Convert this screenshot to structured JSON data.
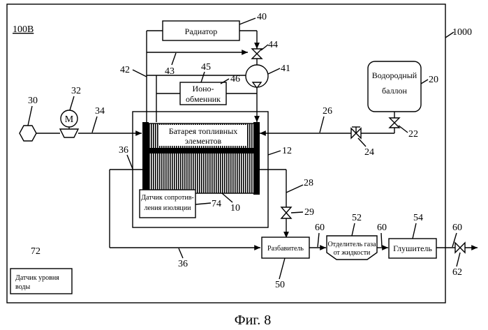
{
  "figure_caption": "Фиг. 8",
  "system_ref": "100B",
  "outer_ref": "1000",
  "components": {
    "radiator": {
      "label": "Радиатор",
      "ref": "40"
    },
    "ion_exchanger": {
      "label_line1": "Ионо-",
      "label_line2": "обменник",
      "ref": "45"
    },
    "pump_ref": "41",
    "valve_44": "44",
    "ref_46": "46",
    "hydrogen_tank": {
      "label_line1": "Водородный",
      "label_line2": "баллон",
      "ref": "20"
    },
    "valve_22": "22",
    "valve_24": "24",
    "line_26": "26",
    "fuel_cell": {
      "label_line1": "Батарея топливных",
      "label_line2": "элементов",
      "ref": "10"
    },
    "housing_ref": "12",
    "compressor": {
      "motor_label": "M",
      "ref": "32",
      "line_ref": "34"
    },
    "air_filter_ref": "30",
    "line_36_top": "36",
    "line_36_bottom": "36",
    "line_42": "42",
    "line_43": "43",
    "insulation_sensor": {
      "label_line1": "Датчик сопротив-",
      "label_line2": "ления изоляции",
      "ref": "74"
    },
    "line_28": "28",
    "valve_29": "29",
    "diluter": {
      "label": "Разбавитель",
      "ref": "50"
    },
    "gas_liquid_separator": {
      "label_line1": "Отделитель газа",
      "label_line2": "от жидкости",
      "ref": "52"
    },
    "muffler": {
      "label": "Глушитель",
      "ref": "54"
    },
    "line_60_a": "60",
    "line_60_b": "60",
    "line_60_c": "60",
    "valve_62": "62",
    "water_level_sensor": {
      "label_line1": "Датчик уровня",
      "label_line2": "воды",
      "ref": "72"
    }
  }
}
